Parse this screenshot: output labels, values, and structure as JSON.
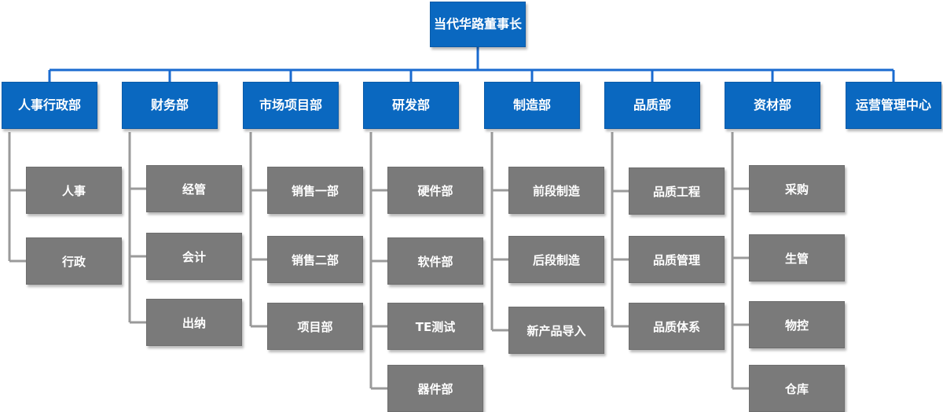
{
  "ceo": {
    "line1": "当代华路",
    "line2": "董事长"
  },
  "colors": {
    "dept": "#0a68c0",
    "sub": "#7a7a7a",
    "line_top": "#1a6bd0",
    "line_sub": "#9a9a9a"
  },
  "departments": [
    {
      "name": "人事行政部",
      "subs": [
        "人事",
        "行政"
      ]
    },
    {
      "name": "财务部",
      "subs": [
        "经管",
        "会计",
        "出纳"
      ]
    },
    {
      "name": "市场项目部",
      "subs": [
        "销售一部",
        "销售二部",
        "项目部"
      ]
    },
    {
      "name": "研发部",
      "subs": [
        "硬件部",
        "软件部",
        "TE测试",
        "器件部"
      ]
    },
    {
      "name": "制造部",
      "subs": [
        "前段制造",
        "后段制造",
        "新产品导入"
      ]
    },
    {
      "name": "品质部",
      "subs": [
        "品质工程",
        "品质管理",
        "品质体系"
      ]
    },
    {
      "name": "资材部",
      "subs": [
        "采购",
        "生管",
        "物控",
        "仓库"
      ]
    },
    {
      "name": "运营管理中心",
      "subs": []
    }
  ]
}
